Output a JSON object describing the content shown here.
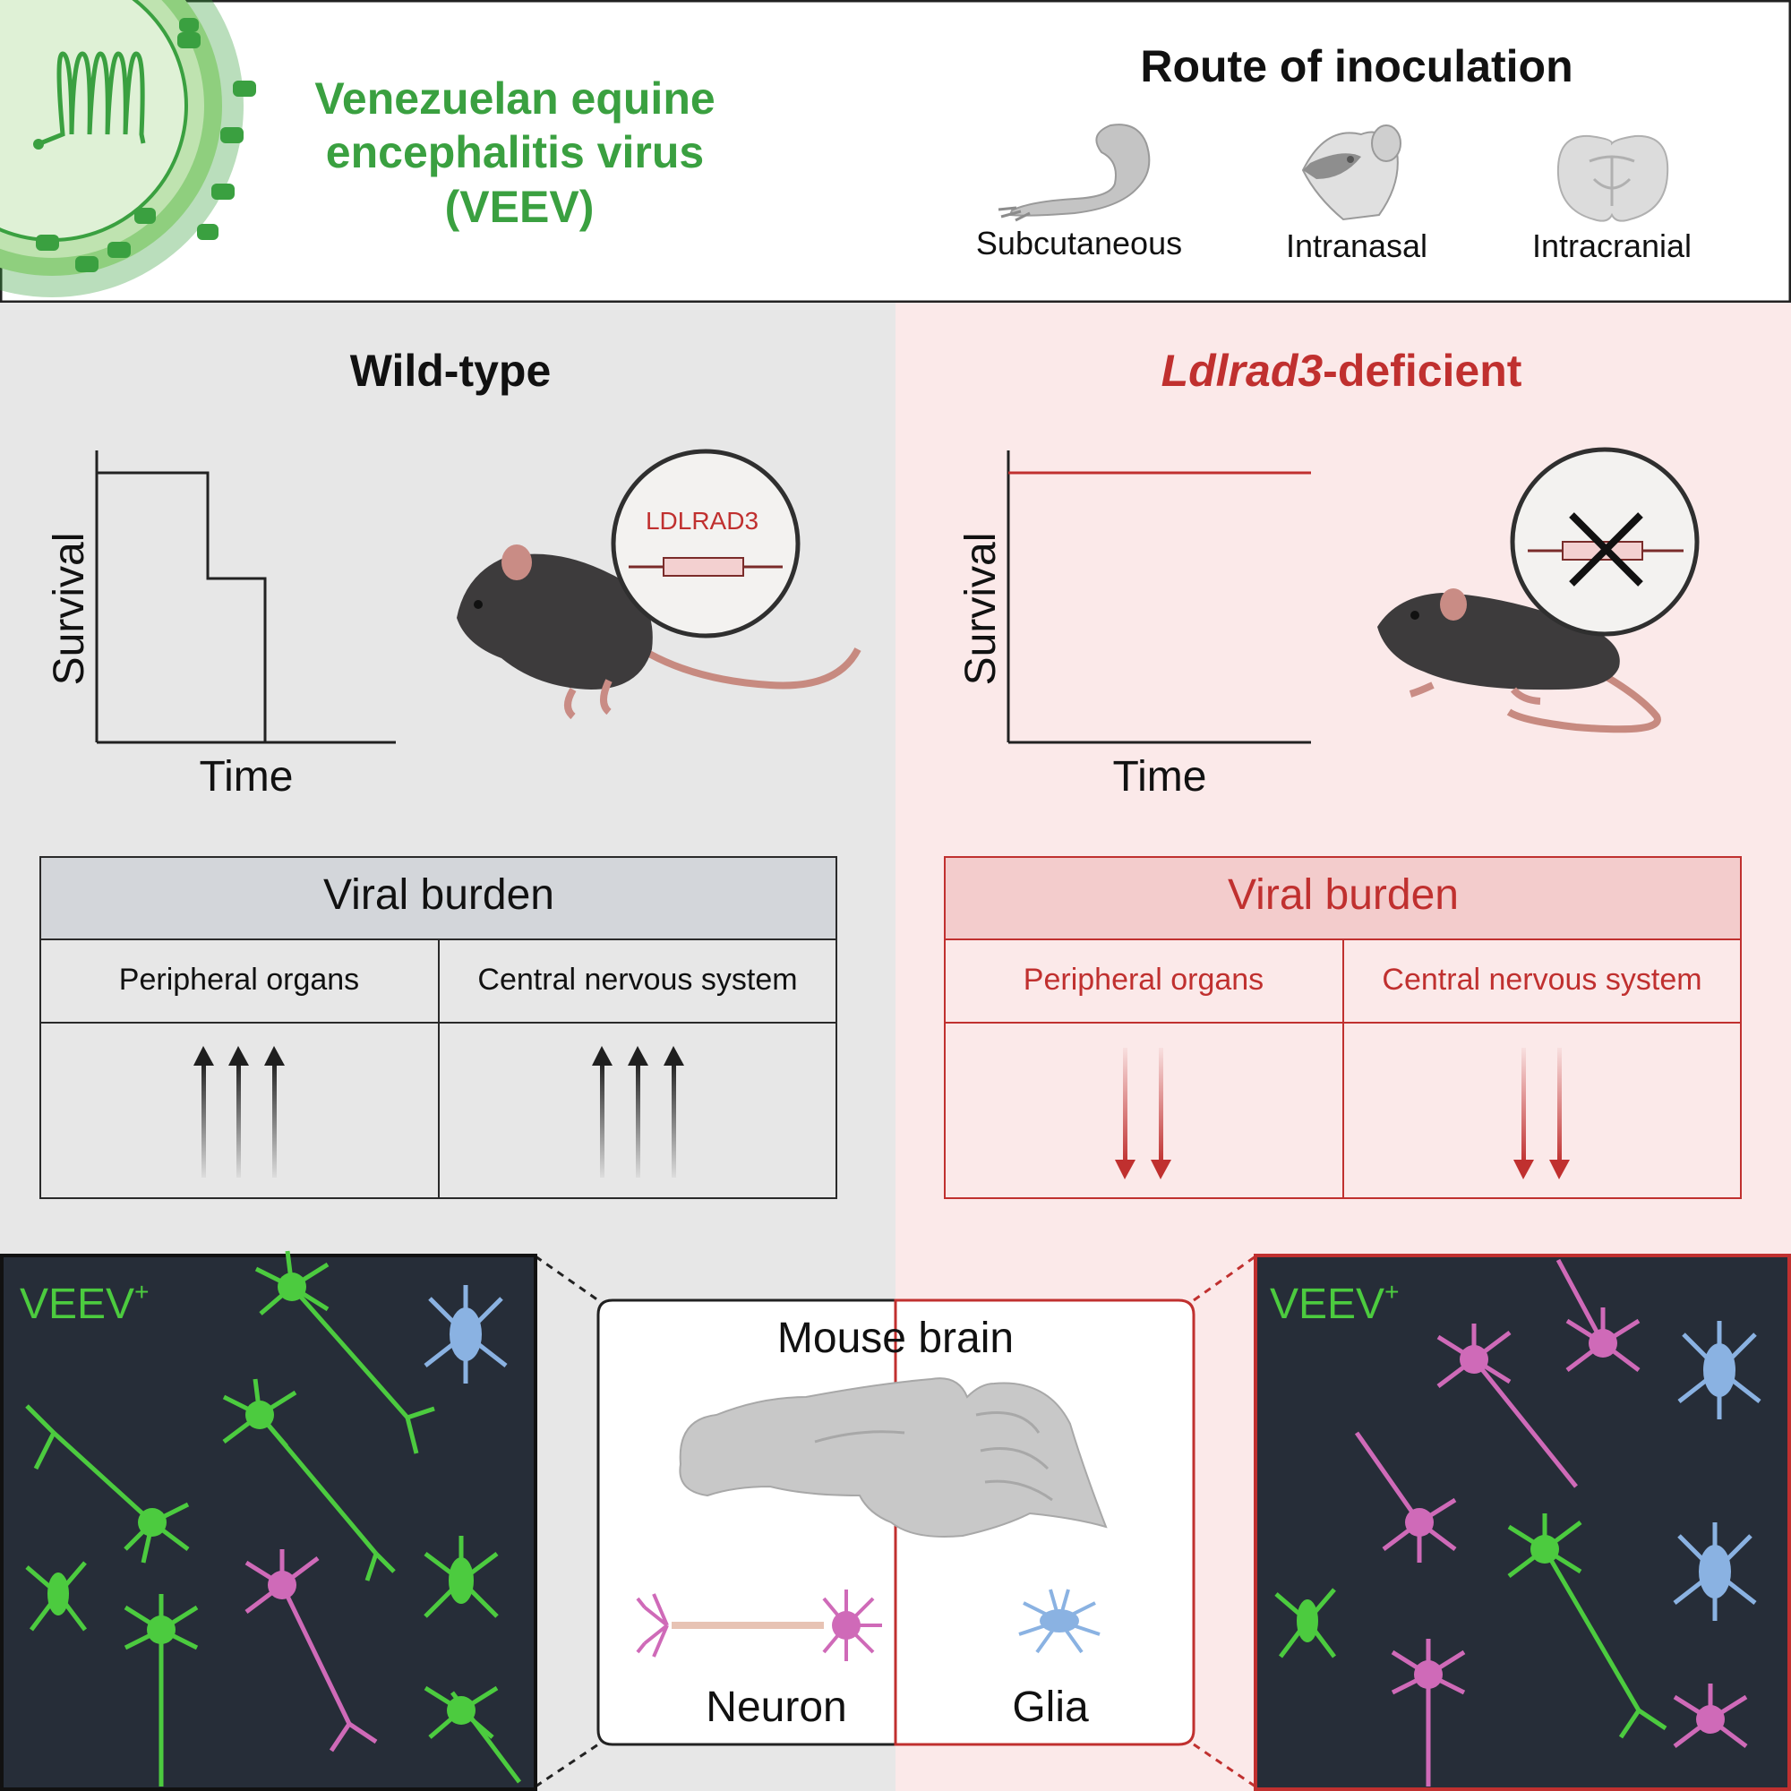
{
  "header": {
    "virus_title_lines": [
      "Venezuelan equine",
      "encephalitis virus",
      "(VEEV)"
    ],
    "route_title": "Route of inoculation",
    "routes": [
      {
        "label": "Subcutaneous",
        "icon": "mouse-footpad-icon"
      },
      {
        "label": "Intranasal",
        "icon": "mouse-head-icon"
      },
      {
        "label": "Intracranial",
        "icon": "brain-section-icon"
      }
    ]
  },
  "wild_type": {
    "title": "Wild-type",
    "survival_ylabel": "Survival",
    "survival_xlabel": "Time",
    "gene_label": "LDLRAD3",
    "viral_burden": {
      "title": "Viral burden",
      "columns": [
        "Peripheral organs",
        "Central nervous system"
      ],
      "arrows": [
        {
          "direction": "up",
          "count": 3
        },
        {
          "direction": "up",
          "count": 3
        }
      ]
    },
    "micrograph_label": "VEEV",
    "micrograph_label_sup": "+"
  },
  "knockout": {
    "title_italic": "Ldlrad3",
    "title_rest": "-deficient",
    "survival_ylabel": "Survival",
    "survival_xlabel": "Time",
    "viral_burden": {
      "title": "Viral burden",
      "columns": [
        "Peripheral organs",
        "Central nervous system"
      ],
      "arrows": [
        {
          "direction": "down",
          "count": 2
        },
        {
          "direction": "down",
          "count": 2
        }
      ]
    },
    "micrograph_label": "VEEV",
    "micrograph_label_sup": "+"
  },
  "brain_box": {
    "title": "Mouse brain",
    "neuron_label": "Neuron",
    "glia_label": "Glia"
  },
  "colors": {
    "virus_green": "#3aa040",
    "knockout_red": "#c0302f",
    "wt_panel_bg": "#e7e7e7",
    "ko_panel_bg": "#fbe9e9",
    "wt_table_header": "#d3d6da",
    "ko_table_header": "#f3cccc",
    "micrograph_bg": "#262d38",
    "infected_cell": "#4ccb3f",
    "neuron": "#cf6ab8",
    "glia": "#8ab2e2"
  }
}
